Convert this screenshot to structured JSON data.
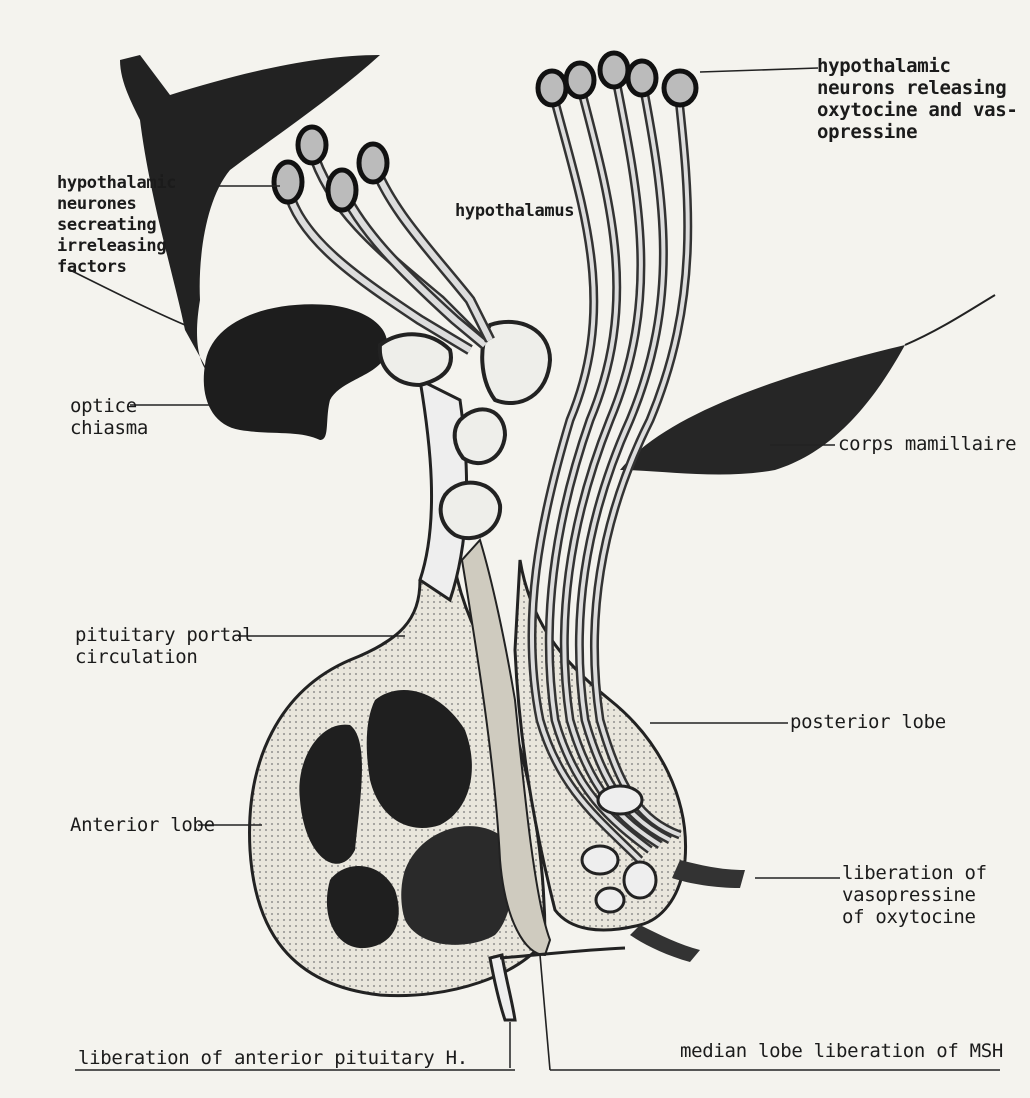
{
  "labels": {
    "hypothalamic_neurons_releasing": "hypothalamic\nneurons releasing\noxytocine and vas-\nopressine",
    "hypothalamic_neurones_secreting": "hypothalamic\nneurones\nsecreating\nirreleasing\nfactors",
    "hypothalamus": "hypothalamus",
    "optice_chiasma": "optice\nchiasma",
    "corps_mamillaire": "corps mamillaire",
    "pituitary_portal_circulation": "pituitary portal\ncirculation",
    "posterior_lobe": "posterior lobe",
    "anterior_lobe": "Anterior lobe",
    "liberation_vasopressine": "liberation of\nvasopressine\nof oxytocine",
    "liberation_anterior": "liberation of anterior pituitary H.",
    "median_lobe": "median lobe liberation of MSH"
  }
}
